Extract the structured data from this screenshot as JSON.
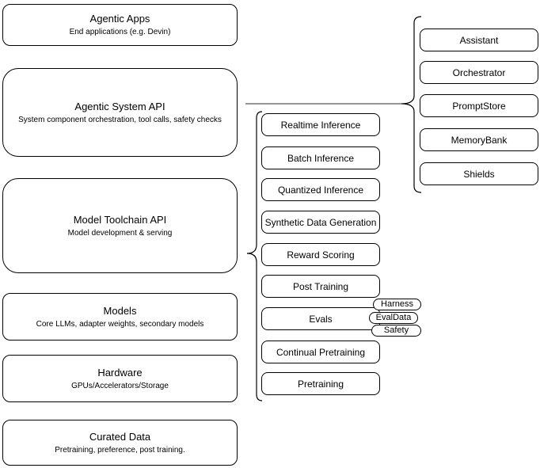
{
  "diagram": {
    "left_stack": [
      {
        "title": "Agentic Apps",
        "subtitle": "End applications (e.g. Devin)"
      },
      {
        "title": "Agentic System API",
        "subtitle": "System component orchestration, tool calls, safety checks"
      },
      {
        "title": "Model Toolchain API",
        "subtitle": "Model development & serving"
      },
      {
        "title": "Models",
        "subtitle": "Core LLMs, adapter weights, secondary models"
      },
      {
        "title": "Hardware",
        "subtitle": "GPUs/Accelerators/Storage"
      },
      {
        "title": "Curated Data",
        "subtitle": "Pretraining, preference, post training."
      }
    ],
    "toolchain_items": [
      "Realtime Inference",
      "Batch Inference",
      "Quantized Inference",
      "Synthetic Data Generation",
      "Reward Scoring",
      "Post Training",
      "Evals",
      "Continual Pretraining",
      "Pretraining"
    ],
    "eval_tags": [
      "Harness",
      "EvalData",
      "Safety"
    ],
    "system_components": [
      "Assistant",
      "Orchestrator",
      "PromptStore",
      "MemoryBank",
      "Shields"
    ],
    "colors": {
      "stroke": "#000000",
      "connector": "#737373",
      "background": "#ffffff"
    }
  }
}
